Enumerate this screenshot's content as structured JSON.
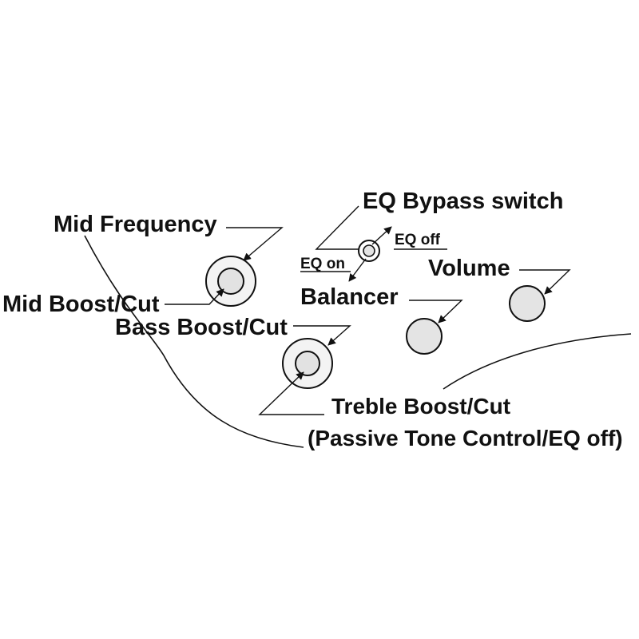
{
  "labels": {
    "eq_bypass_switch": "EQ Bypass switch",
    "eq_off": "EQ off",
    "eq_on": "EQ on",
    "mid_frequency": "Mid Frequency",
    "mid_boost_cut": "Mid Boost/Cut",
    "bass_boost_cut": "Bass Boost/Cut",
    "balancer": "Balancer",
    "volume": "Volume",
    "treble_boost_cut": "Treble Boost/Cut",
    "passive_tone_control": "(Passive Tone Control/EQ off)"
  },
  "colors": {
    "line": "#111111",
    "knob_fill": "#e4e4e4",
    "background": "#ffffff"
  }
}
